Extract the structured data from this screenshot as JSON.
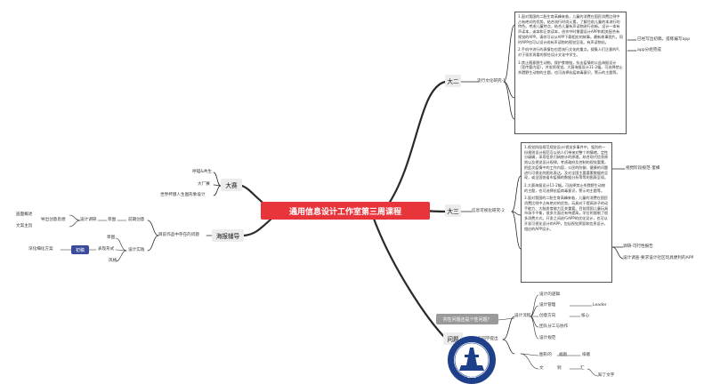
{
  "root": "通用信息设计工作室第三周课程",
  "branches": {
    "d2": "大二",
    "d3": "大三",
    "problem": "问题",
    "contest": "大赛",
    "seaport": "海报辅导"
  },
  "d2": {
    "sub": "流行文化研究-1",
    "box": [
      "1.面对我国的二胎生育高峰来临，儿童的消费在国民消费比例中占有绝对的优势。结合流行时尚元素，了解目前儿童的本流行的特色。考虑儿童特点，结合儿童有声读物进行创新。设计一本有声读本，或本和正常读本，创作中时需要设计APP和相关配合有视觉的APP。请你可以从APP下载相应的故事。最新故事图片。同时APP也可以设计成有声读物的视觉呈现。有声读物化。",
      "2.手机中流行的表情包也是流行文化的重点。搜集人们注意的P，对于现状再看的那些设计文化中学生。",
      "3.禁止随意野生动物，保护食物链，抗击疫情的公益海报设计（宣传要内容），并发挥视觉。大赛海报设计11-2幅。可选择禁止杀戮野生动物的主题，也可选择抗疫病毒意识，警示的主题等。"
    ],
    "note1": "已经写出初稿，提练编写app",
    "note2": "app分组完成"
  },
  "d3": {
    "sub": "信息可视化研究-2",
    "box": [
      "1.视觉阶段规范视觉设计/视觉多事件中。强烈的一份规则设计规范可以给人们带来对整个的情绪，定性分级确，采用信息归纳统计的原理。结合现代信息原则以及视觉设计规律。考虑政府及控制的视觉要素，把此次疫情中的工作内容，公民的防御、健康的问题进行可视化的图形表达。及对全国主要要素数据的呈现，或全国各省市疫情的数据分析等等的图表呈现。",
      "2.大赛海报设计11-2幅。可选择禁止杀戮野生动物的主题，也可选择抗疫病毒意识，警示的主题等。",
      "3.面对我国的二胎生育高峰来临，儿童的消费在国民消费比例中占有绝对的优势。玩具对于提高孩子的动手能力、大脑发育能力至关重要。目前我国儿童玩具市场不平衡，很多方面还有待提高，学位的限制了很多消费方式，开发之间进行APP的优化设计，也可以开发可视化设计的APP，包括视觉界面和信息设计，相应的APP设计。"
    ],
    "note1": "视觉阶段规范-蜜蜂",
    "note2": "调研-可行性报告",
    "note3": "设计调查-要求设计社区玩具便利的APP"
  },
  "problem": {
    "sub": "大二同学提出",
    "callout": "共性问题还是个性问题？",
    "group": "设计流程",
    "items": [
      "设计的逻辑",
      "设计管理",
      "创意方向",
      "团队分工与协作",
      "设计规范"
    ],
    "leader": "Leader",
    "core": "核心",
    "bottom1": "图形的",
    "bottom2": "规则",
    "bottom3": "排版",
    "bottom4": "文",
    "bottom5": "到",
    "bottom6": "汇",
    "bottom7": "知了文字"
  },
  "contest": {
    "items": [
      "呼喵&共生",
      "大厂赛",
      "世界杯颁人生图形象设计"
    ]
  },
  "seaport": {
    "sub": "目前作品中存在的问题",
    "a": "前期创意",
    "a1": "草图",
    "a2": "设计调研",
    "a3": "导出创意思想",
    "a4": "画面概述",
    "a5": "文案主旨",
    "b": "设计实践",
    "b1": "草图",
    "b2": "表现形式",
    "b3": "风格",
    "tag": "初稿",
    "tag_left": "深化细化方案"
  },
  "logo": {
    "year": "1956",
    "text": "HENAN UNIVERSITY OF TECHNOLOGY"
  }
}
